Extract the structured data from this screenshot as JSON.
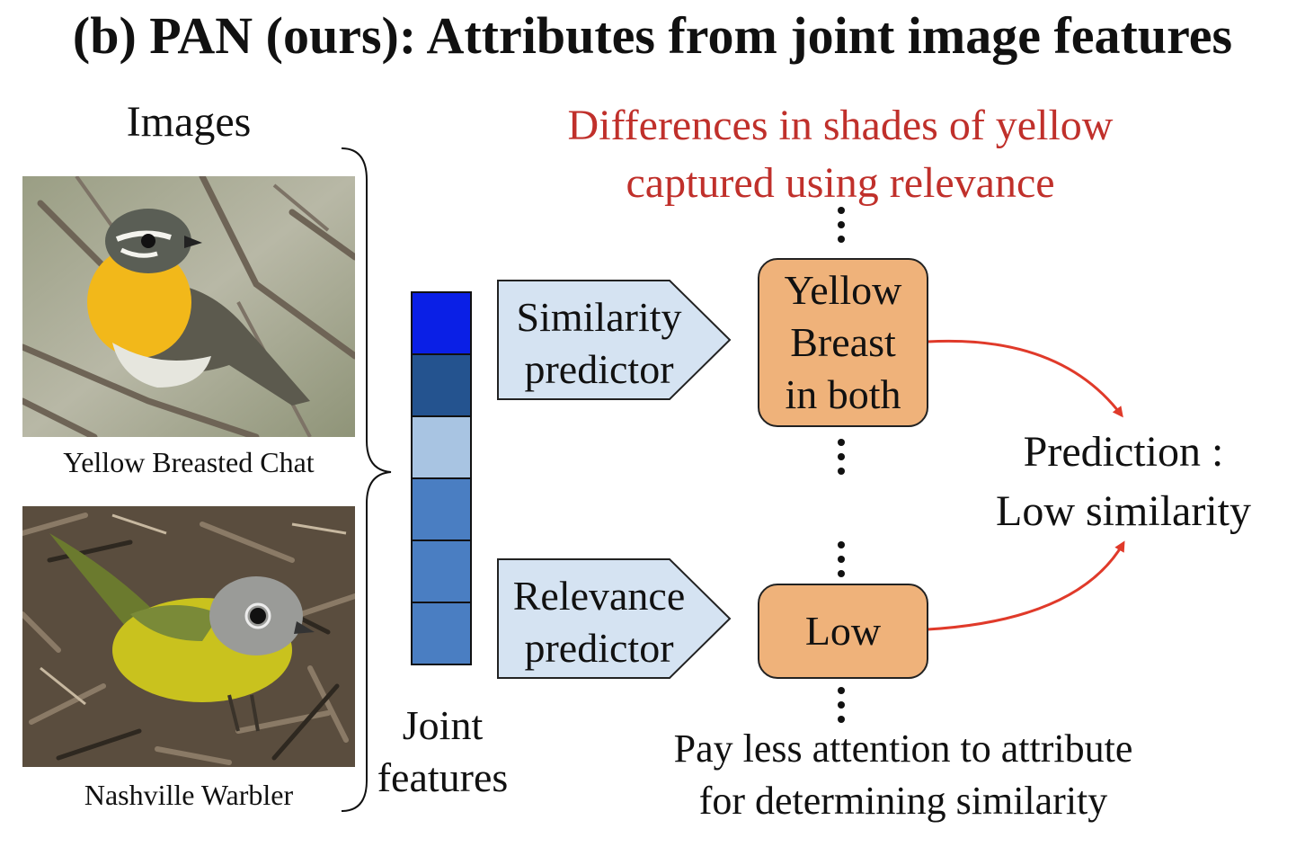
{
  "title": "(b) PAN (ours): Attributes from joint image features",
  "images_label": "Images",
  "red_note": {
    "line1": "Differences in shades of yellow",
    "line2": "captured using relevance"
  },
  "images": [
    {
      "caption": "Yellow Breasted Chat"
    },
    {
      "caption": "Nashville Warbler"
    }
  ],
  "joint_features": {
    "label_line1": "Joint",
    "label_line2": "features",
    "cell_colors": [
      "#0a1fe6",
      "#24538f",
      "#a8c4e2",
      "#4a7ec2",
      "#4a7ec2",
      "#4a7ec2"
    ]
  },
  "similarity_predictor": {
    "line1": "Similarity",
    "line2": "predictor"
  },
  "relevance_predictor": {
    "line1": "Relevance",
    "line2": "predictor"
  },
  "similarity_output": {
    "line1": "Yellow",
    "line2": "Breast",
    "line3": "in both"
  },
  "relevance_output": {
    "label": "Low"
  },
  "prediction": {
    "line1": "Prediction :",
    "line2": "Low similarity"
  },
  "bottom_note": {
    "line1": "Pay less attention to attribute",
    "line2": "for determining similarity"
  },
  "colors": {
    "accent_red": "#c0302b",
    "arrow_red": "#e03a2a",
    "box_orange": "#efb27a",
    "predictor_fill": "#d5e3f2"
  }
}
